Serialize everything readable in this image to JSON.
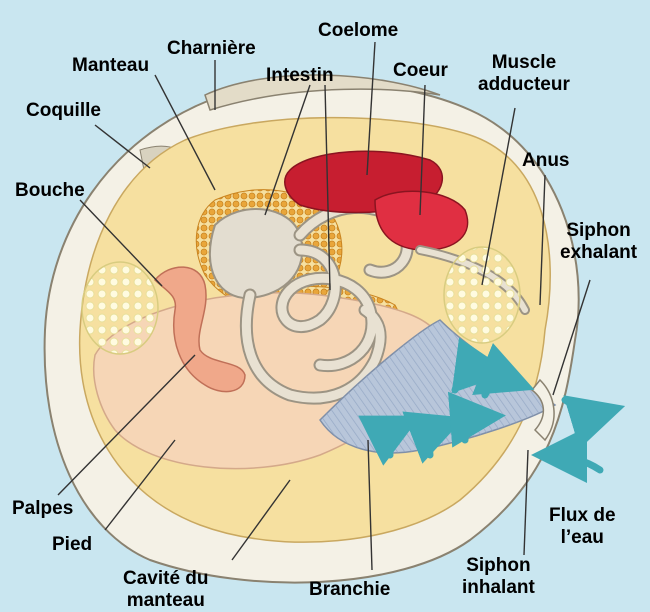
{
  "labels": {
    "charniere": "Charnière",
    "coelome": "Coelome",
    "manteau": "Manteau",
    "intestin": "Intestin",
    "coeur": "Coeur",
    "muscle_line1": "Muscle",
    "muscle_line2": "adducteur",
    "coquille": "Coquille",
    "anus": "Anus",
    "bouche": "Bouche",
    "siphon_exh_line1": "Siphon",
    "siphon_exh_line2": "exhalant",
    "palpes": "Palpes",
    "pied": "Pied",
    "flux_line1": "Flux de",
    "flux_line2": "l’eau",
    "cavite_line1": "Cavité du",
    "cavite_line2": "manteau",
    "branchie": "Branchie",
    "siphon_inh_line1": "Siphon",
    "siphon_inh_line2": "inhalant"
  },
  "colors": {
    "background": "#c9e6f0",
    "shell": "#f4f1e6",
    "mantle": "#f6e0a0",
    "heart": "#d0283a",
    "foot": "#f6d6b6",
    "gill": "#b8c6da",
    "water_arrow": "#3fa9b5",
    "muscle": "#fdf6c0"
  },
  "icons": [
    "water-flow-arrow-icon"
  ]
}
